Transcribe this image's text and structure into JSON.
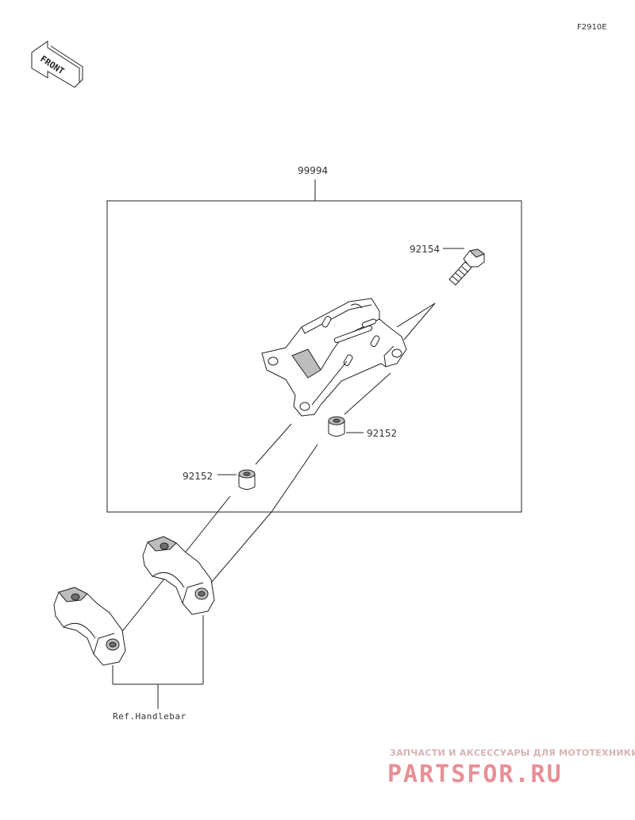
{
  "figure_code": "F2910E",
  "front_label": "FRONT",
  "kit": {
    "part_number": "99994"
  },
  "parts": {
    "bolt": "92154",
    "collar_right": "92152",
    "collar_left": "92152"
  },
  "reference_label": "Ref.Handlebar",
  "watermark": {
    "tagline": "ЗАПЧАСТИ И АКСЕССУАРЫ ДЛЯ МОТОТЕХНИКИ",
    "logo": "PARTSFOR.RU"
  }
}
